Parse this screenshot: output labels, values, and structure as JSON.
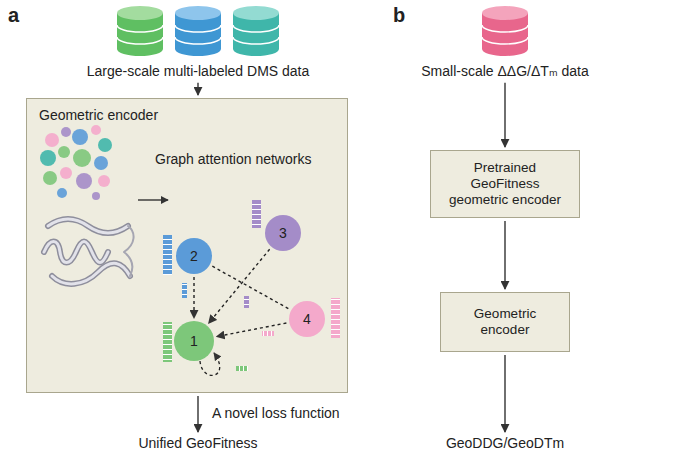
{
  "diagram": {
    "nodes": [
      {
        "text": [
          "Large-scale multi-labeled DMS data"
        ]
      },
      {
        "text": [
          "Geometric encoder",
          "Graph attention networks"
        ]
      },
      {
        "text": [
          "2"
        ],
        "in": 1
      },
      {
        "text": [
          "3"
        ],
        "in": 1
      },
      {
        "text": [
          "1"
        ],
        "in": 1
      },
      {
        "text": [
          "4"
        ],
        "in": 1
      },
      {
        "text": [
          "Unified GeoFitness"
        ]
      },
      {
        "text": [
          "Small-scale ΔΔG/ΔTₘ data"
        ]
      },
      {
        "text": [
          "Pretrained GeoFitness geometric encoder"
        ]
      },
      {
        "text": [
          "Geometric encoder"
        ]
      },
      {
        "text": [
          "GeoDDG/GeoDTm"
        ]
      }
    ],
    "edges": [
      {
        "from": 0,
        "to": 1,
        "arrow": "to"
      },
      {
        "from": 2,
        "to": 4,
        "arrow": "to"
      },
      {
        "from": 3,
        "to": 4,
        "arrow": "to"
      },
      {
        "from": 5,
        "to": 4,
        "arrow": "to"
      },
      {
        "from": 2,
        "to": 5,
        "arrow": "none"
      },
      {
        "from": 1,
        "to": 6,
        "arrow": "to",
        "label": "A novel loss function"
      },
      {
        "from": 7,
        "to": 8,
        "arrow": "to"
      },
      {
        "from": 8,
        "to": 9,
        "arrow": "to"
      },
      {
        "from": 9,
        "to": 10,
        "arrow": "to"
      }
    ],
    "labels": [
      "a",
      "b"
    ]
  }
}
